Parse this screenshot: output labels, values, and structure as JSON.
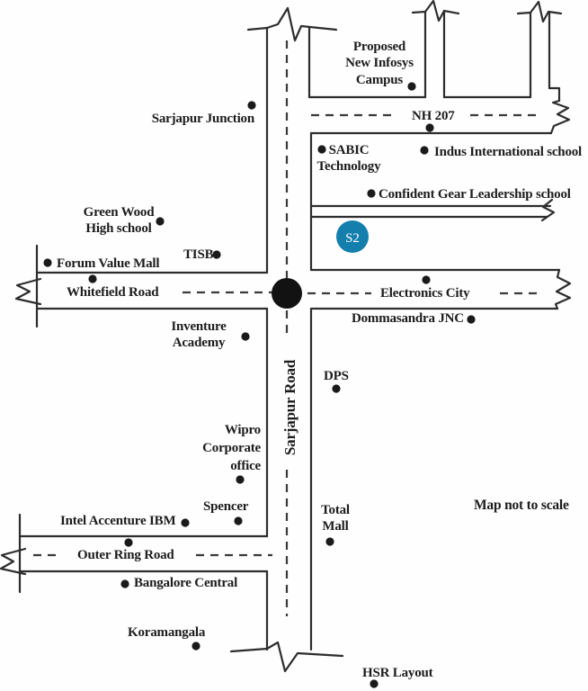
{
  "map": {
    "note": "Map not to scale",
    "marker": {
      "label": "S2",
      "color": "#147fad"
    },
    "roads": {
      "sarjapur_road": "Sarjapur Road",
      "nh_207": "NH 207",
      "whitefield_road": "Whitefield Road",
      "electronics_city": "Electronics City",
      "outer_ring_road": "Outer Ring Road"
    },
    "places": {
      "sarjapur_junction": "Sarjapur Junction",
      "proposed_new_infosys_campus": "Proposed New Infosys Campus",
      "sabic_technology": "SABIC Technology",
      "indus_international_school": "Indus International school",
      "confident_gear_leadership_school": "Confident Gear Leadership school",
      "green_wood_high_school": "Green Wood High school",
      "tisb": "TISB",
      "forum_value_mall": "Forum Value Mall",
      "dommasandra_jnc": "Dommasandra JNC",
      "inventure_academy": "Inventure Academy",
      "dps": "DPS",
      "wipro_corporate_office": "Wipro Corporate office",
      "spencer": "Spencer",
      "intel_accenture_ibm": "Intel Accenture IBM",
      "total_mall": "Total Mall",
      "bangalore_central": "Bangalore Central",
      "koramangala": "Koramangala",
      "hsr_layout": "HSR Layout"
    }
  }
}
